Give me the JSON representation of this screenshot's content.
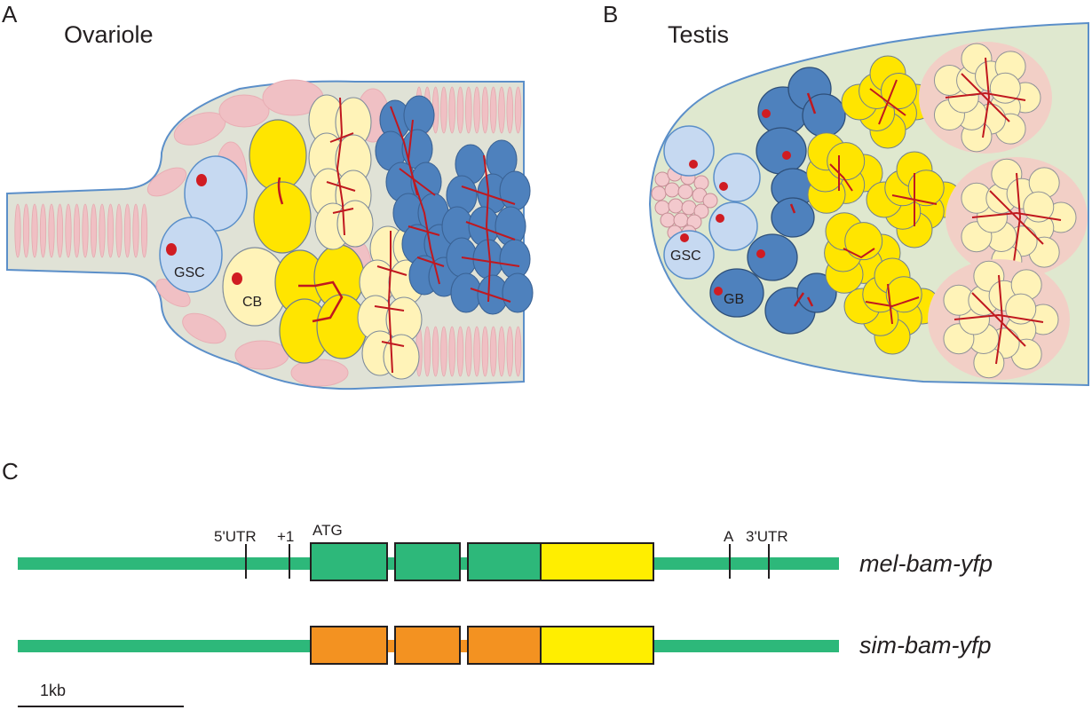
{
  "panels": {
    "a": {
      "letter": "A",
      "title": "Ovariole",
      "gsc_label": "GSC",
      "cb_label": "CB"
    },
    "b": {
      "letter": "B",
      "title": "Testis",
      "gsc_label": "GSC",
      "gb_label": "GB"
    },
    "c": {
      "letter": "C",
      "markers": [
        "5'UTR",
        "+1",
        "ATG",
        "A",
        "3'UTR"
      ],
      "constructs": [
        "mel-bam-yfp",
        "sim-bam-yfp"
      ],
      "scale_bar": "1kb"
    }
  },
  "colors": {
    "tissue_ovariole": "#e0e2d6",
    "tissue_testis": "#dfe8cf",
    "outline": "#5b8fc9",
    "somatic_pink": "#f0c0c4",
    "gsc_blue": "#c6d9f1",
    "spermatogonia_blue": "#4e81bd",
    "cyst_yellow": "#ffe500",
    "pale_yellow": "#fff3b8",
    "fusome_red": "#c0181f",
    "mel_green": "#2db87a",
    "sim_orange": "#f39221",
    "yfp_yellow": "#ffee00"
  }
}
